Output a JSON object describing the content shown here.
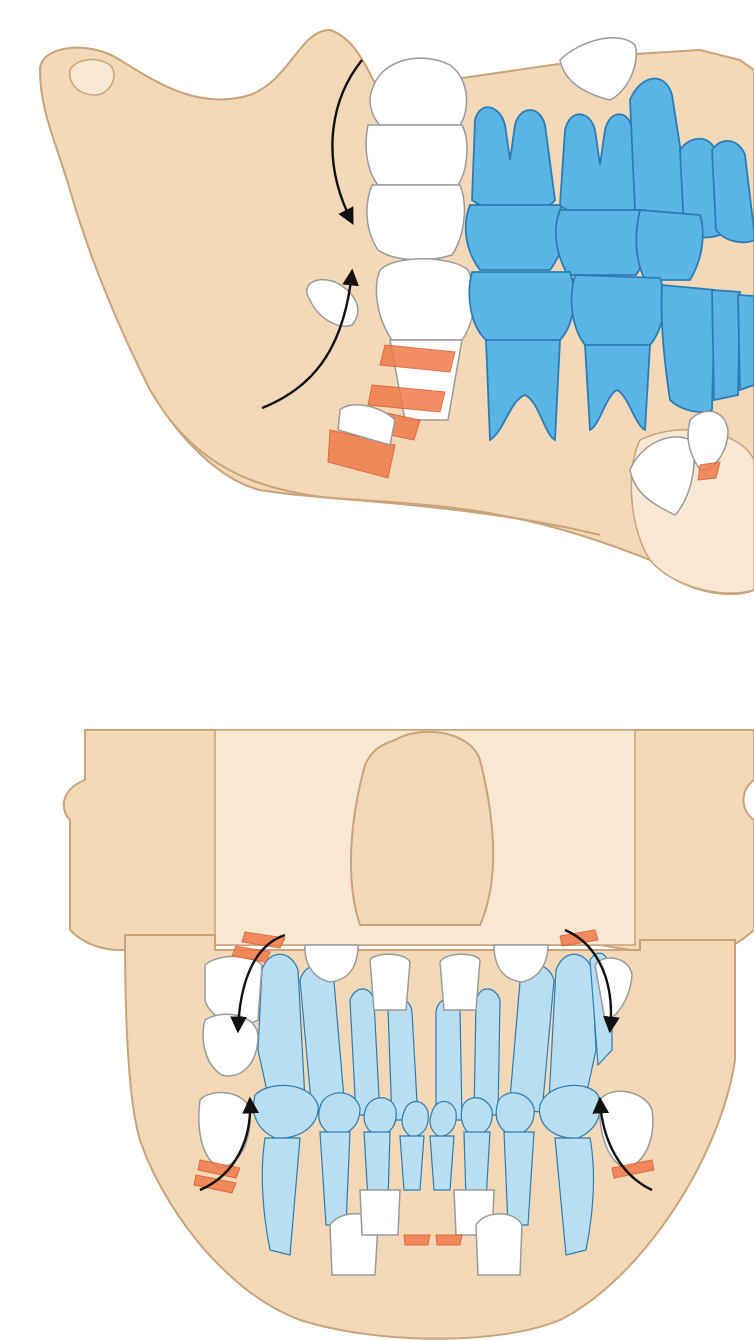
{
  "diagram": {
    "colors": {
      "bone": "#f3d9b8",
      "bone_light": "#f8e8d3",
      "bone_outline": "#c9a37a",
      "permanent_tooth": "#5ab4e6",
      "permanent_tooth_frontal": "#b9def2",
      "tooth_outline": "#2b7cb5",
      "primary_tooth": "#ffffff",
      "primary_outline": "#9a9a9a",
      "resorbing_root": "#f07a4a",
      "arrow": "#111111"
    },
    "panels": [
      {
        "view": "lateral",
        "arrows": 2
      },
      {
        "view": "frontal",
        "arrows": 4
      }
    ]
  }
}
